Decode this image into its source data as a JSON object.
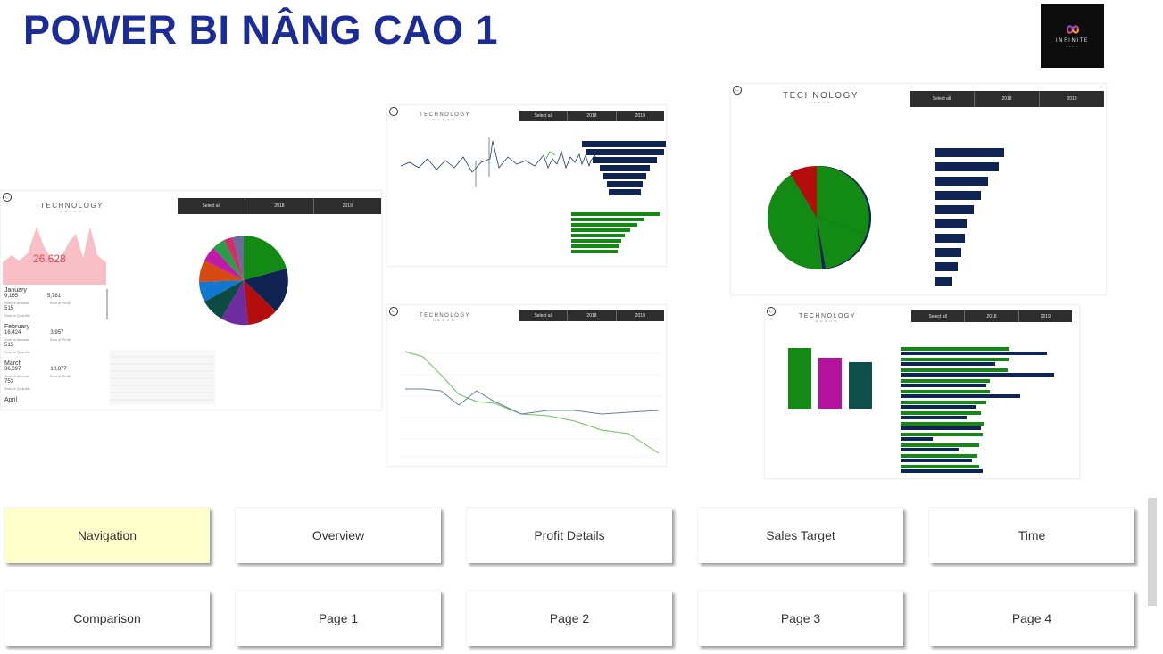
{
  "header": {
    "title": "POWER BI NÂNG CAO 1",
    "logo": {
      "brand": "INFINITE",
      "sub": "MEDIA",
      "icon": "infinity-icon",
      "colors": [
        "#e94b8a",
        "#f5a623",
        "#7b4ce0"
      ]
    }
  },
  "brand": {
    "main": "TECHNOLOGY",
    "sub": "HERUM"
  },
  "slicer": {
    "items": [
      "Select all",
      "2018",
      "2019"
    ]
  },
  "thumb_overview": {
    "kpi": "26.628",
    "months": [
      {
        "name": "January",
        "v1": "9,165",
        "l1": "Sum of Amount",
        "v2": "5,781",
        "l2": "Sum of Profit",
        "v3": "515",
        "l3": "Sum of Quantity"
      },
      {
        "name": "February",
        "v1": "16,424",
        "l1": "Sum of Amount",
        "v2": "3,957",
        "l2": "Sum of Profit",
        "v3": "515",
        "l3": "Sum of Quantity"
      },
      {
        "name": "March",
        "v1": "36,097",
        "l1": "Sum of Amount",
        "v2": "10,877",
        "l2": "Sum of Profit",
        "v3": "753",
        "l3": "Sum of Quantity"
      },
      {
        "name": "April"
      }
    ]
  },
  "navigation": {
    "row1": [
      "Navigation",
      "Overview",
      "Profit Details",
      "Sales Target",
      "Time"
    ],
    "row2": [
      "Comparison",
      "Page 1",
      "Page 2",
      "Page 3",
      "Page 4"
    ],
    "active": "Navigation"
  }
}
